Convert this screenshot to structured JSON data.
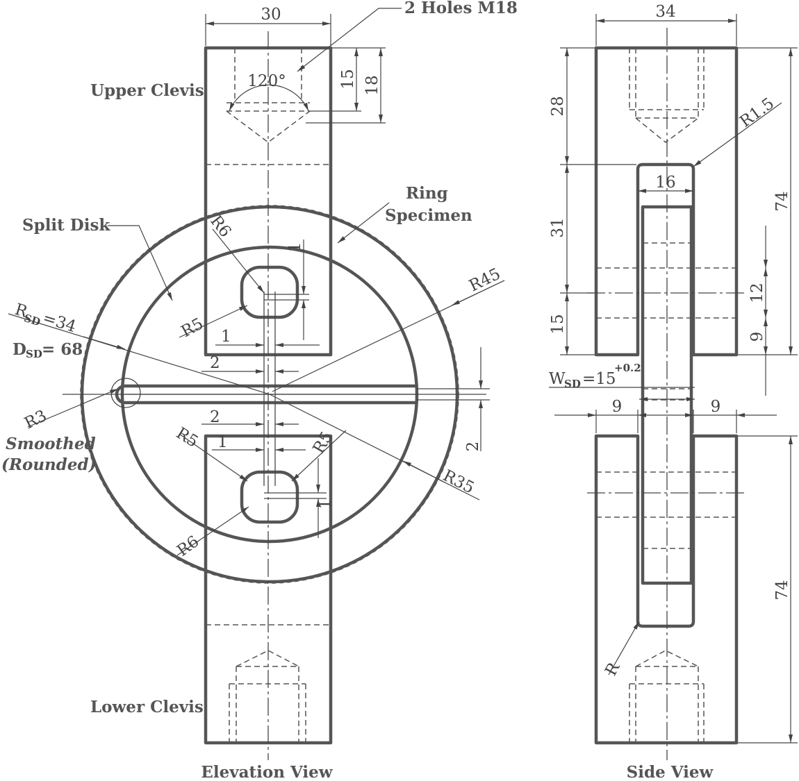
{
  "labels": {
    "upper_clevis": "Upper Clevis",
    "lower_clevis": "Lower Clevis",
    "split_disk": "Split Disk",
    "ring_line1": "Ring",
    "ring_line2": "Specimen",
    "holes": "2 Holes M18",
    "smoothed_line1": "Smoothed",
    "smoothed_line2": "(Rounded)",
    "elevation_view": "Elevation View",
    "side_view": "Side View",
    "r_sd_main": "R",
    "r_sd_sub": "SD",
    "r_sd_value": "=34",
    "d_sd_main": "D",
    "d_sd_sub": "SD",
    "d_sd_value": "= 68",
    "w_sd_main": "W",
    "w_sd_sub": "SD",
    "w_sd_value": "=15",
    "w_sd_tol": "+0.2"
  },
  "dims": {
    "width_30": "30",
    "angle_120": "120°",
    "d15": "15",
    "d18": "18",
    "r6_top": "R6",
    "d1_vert_top": "1",
    "r45": "R45",
    "r5_left": "R5",
    "d1_top_h": "1",
    "d2_top": "2",
    "r3": "R3",
    "d2_bottom": "2",
    "d1_bot_h": "1",
    "r5_bot_left": "R5",
    "r5_bot_right": "R5",
    "d2_right": "2",
    "r35": "R35",
    "d1_vert_bot": "1",
    "r6_bottom": "R6",
    "width_34": "34",
    "d28": "28",
    "r1_5": "R1.5",
    "d16": "16",
    "d74_top": "74",
    "d31": "31",
    "d12": "12",
    "d15_side": "15",
    "d9_vert": "9",
    "d9_left": "9",
    "d9_right": "9",
    "d74_bottom": "74",
    "r_side": "R"
  }
}
